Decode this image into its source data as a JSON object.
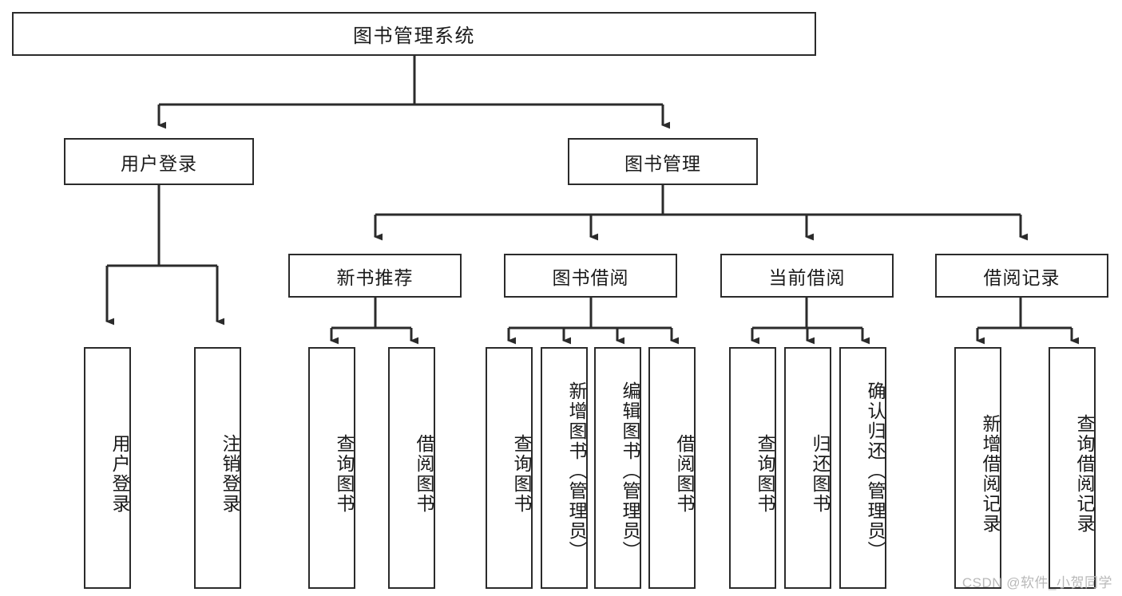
{
  "diagram": {
    "type": "tree-hierarchy",
    "title": "图书管理系统",
    "watermark": "CSDN @软件_小贺同学",
    "style": {
      "box_fill": "#ffffff",
      "box_stroke": "#2b2b2b",
      "edge_stroke": "#2b2b2b",
      "text_color": "#1a1a1a",
      "watermark_color": "#b9b9b9",
      "background": "#ffffff"
    },
    "levels": {
      "level1": [
        "图书管理系统"
      ],
      "level2": [
        "用户登录",
        "图书管理"
      ],
      "level3": [
        "新书推荐",
        "图书借阅",
        "当前借阅",
        "借阅记录"
      ],
      "level4": [
        "用户登录",
        "注销登录",
        "查询图书",
        "借阅图书",
        "查询图书",
        "新增图书（管理员）",
        "编辑图书（管理员）",
        "借阅图书",
        "查询图书",
        "归还图书",
        "确认归还（管理员）",
        "新增借阅记录",
        "查询借阅记录"
      ]
    },
    "nodes": {
      "root": {
        "label": "图书管理系统"
      },
      "user_login": {
        "label": "用户登录"
      },
      "book_manage": {
        "label": "图书管理"
      },
      "new_book_rec": {
        "label": "新书推荐"
      },
      "book_borrow": {
        "label": "图书借阅"
      },
      "current_borrow": {
        "label": "当前借阅"
      },
      "borrow_record": {
        "label": "借阅记录"
      },
      "leaf_user_login": {
        "label": "用户登录"
      },
      "leaf_user_logout": {
        "label": "注销登录"
      },
      "leaf_query_book_1": {
        "label": "查询图书"
      },
      "leaf_borrow_book_1": {
        "label": "借阅图书"
      },
      "leaf_query_book_2": {
        "label": "查询图书"
      },
      "leaf_add_book": {
        "label": "新增图书（管理员）"
      },
      "leaf_edit_book": {
        "label": "编辑图书（管理员）"
      },
      "leaf_borrow_book_2": {
        "label": "借阅图书"
      },
      "leaf_query_book_3": {
        "label": "查询图书"
      },
      "leaf_return_book": {
        "label": "归还图书"
      },
      "leaf_confirm_return": {
        "label": "确认归还（管理员）"
      },
      "leaf_add_record": {
        "label": "新增借阅记录"
      },
      "leaf_query_record": {
        "label": "查询借阅记录"
      }
    }
  }
}
